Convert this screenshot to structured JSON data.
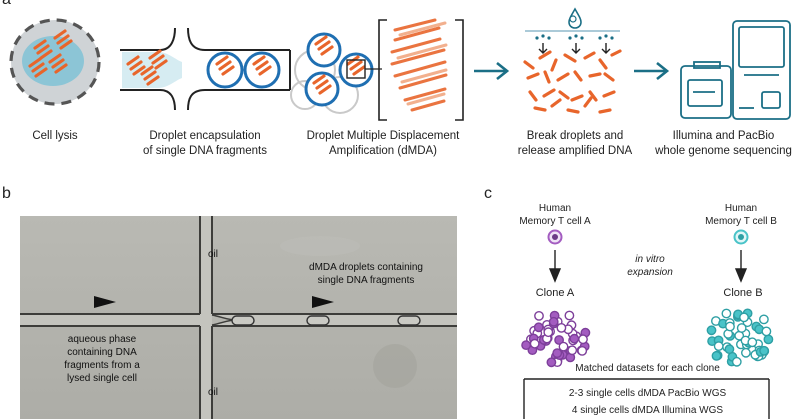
{
  "panel_labels": {
    "a": "a",
    "b": "b",
    "c": "c"
  },
  "panel_a": {
    "steps": [
      {
        "line1": "Cell lysis",
        "line2": ""
      },
      {
        "line1": "Droplet encapsulation",
        "line2": "of single DNA fragments"
      },
      {
        "line1": "Droplet Multiple Displacement",
        "line2": "Amplification (dMDA)"
      },
      {
        "line1": "Break droplets and",
        "line2": "release amplified DNA"
      },
      {
        "line1": "Illumina and PacBio",
        "line2": "whole genome sequencing"
      }
    ],
    "colors": {
      "dna": "#e8652b",
      "droplet_ring": "#1f6fb2",
      "accent": "#1b6f86",
      "nucleus": "#8cc5d6"
    }
  },
  "panel_b": {
    "oil_top": "oil",
    "oil_bottom": "oil",
    "droplets_label": {
      "line1": "dMDA droplets containing",
      "line2": "single DNA fragments"
    },
    "aqueous_label": {
      "line1": "aqueous phase",
      "line2": "containing DNA",
      "line3": "fragments from a",
      "line4": "lysed single cell"
    }
  },
  "panel_c": {
    "cell_a": {
      "line1": "Human",
      "line2": "Memory T cell A"
    },
    "cell_b": {
      "line1": "Human",
      "line2": "Memory T cell B"
    },
    "expansion": {
      "line1": "in vitro",
      "line2": "expansion"
    },
    "clone_a": "Clone A",
    "clone_b": "Clone B",
    "matched": "Matched datasets for each clone",
    "pacbio": "2-3 single cells dMDA PacBio WGS",
    "illumina": "4 single cells dMDA Illumina WGS",
    "colors": {
      "clone_a": "#a35cc0",
      "clone_b": "#49c3c8"
    }
  }
}
